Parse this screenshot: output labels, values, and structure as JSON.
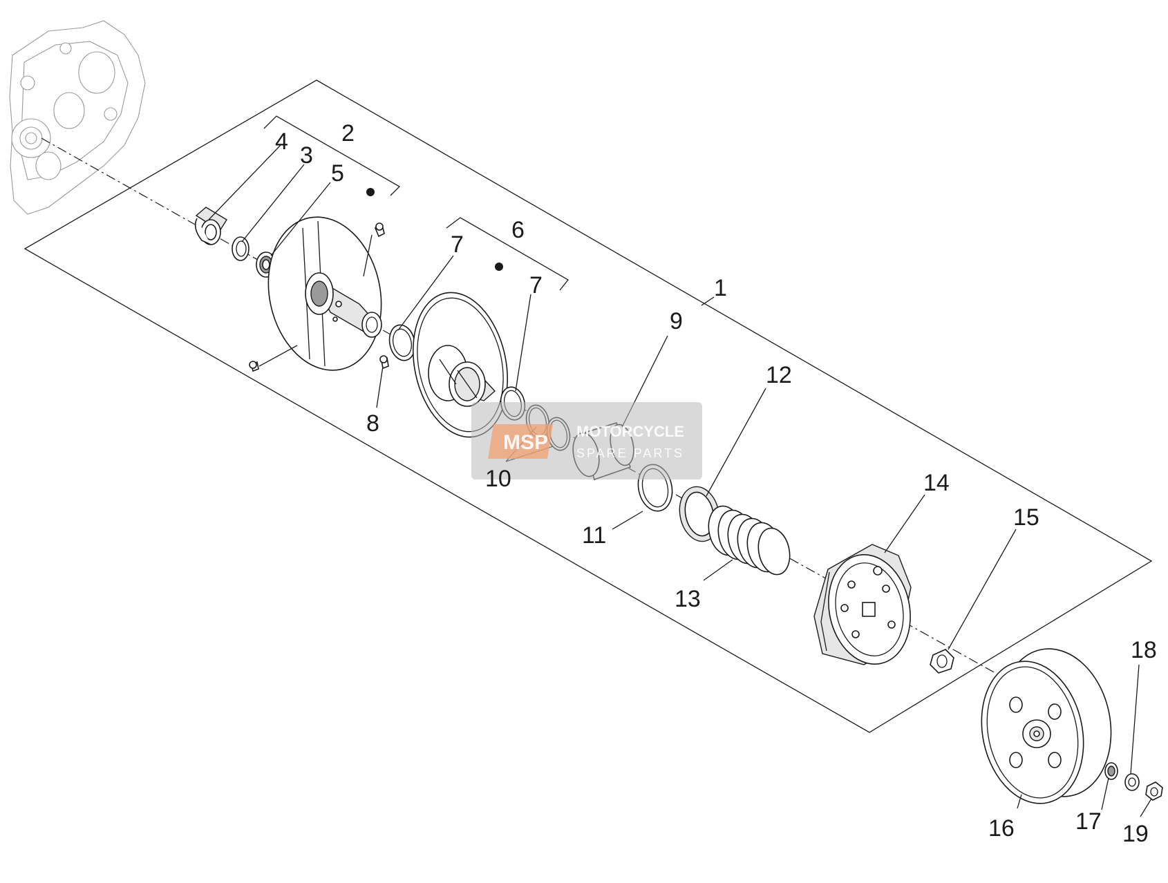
{
  "diagram": {
    "callouts": [
      "1",
      "2",
      "3",
      "4",
      "5",
      "6",
      "7",
      "7",
      "8",
      "9",
      "10",
      "11",
      "12",
      "13",
      "14",
      "15",
      "16",
      "17",
      "18",
      "19"
    ]
  },
  "watermark": {
    "logo": "MSP",
    "line1": "MOTORCYCLE",
    "line2": "SPARE PARTS",
    "color": "#f0a070"
  }
}
